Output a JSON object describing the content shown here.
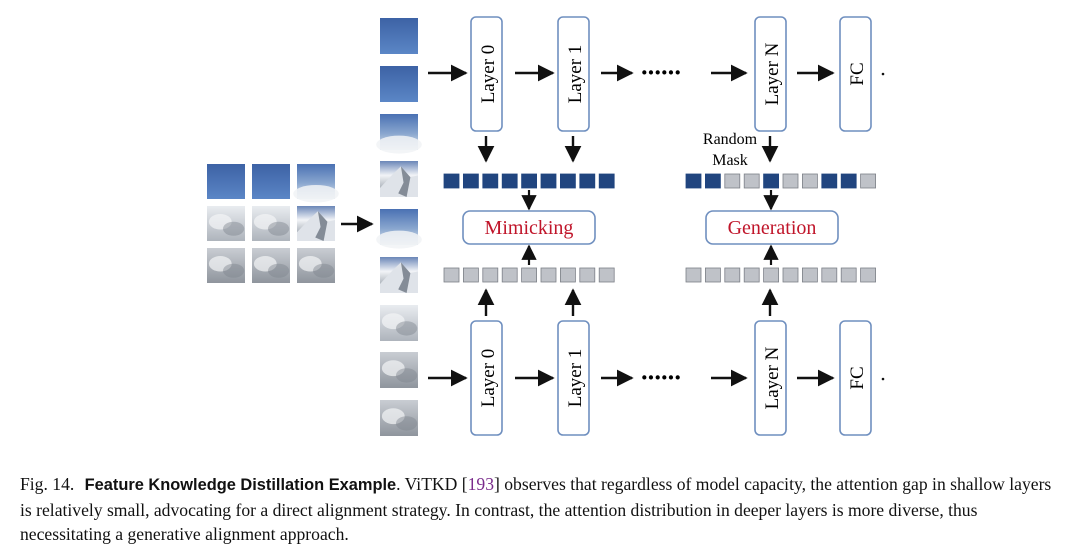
{
  "diagram": {
    "teacher": {
      "layers": [
        "Layer 0",
        "Layer 1",
        "Layer N"
      ],
      "fc": "FC",
      "dots": "······"
    },
    "student": {
      "layers": [
        "Layer 0",
        "Layer 1",
        "Layer N"
      ],
      "fc": "FC",
      "dots": "······"
    },
    "mimicking_label": "Mimicking",
    "generation_label": "Generation",
    "random_mask_label": [
      "Random",
      "Mask"
    ],
    "colors": {
      "teacher_token": "#21457f",
      "student_token": "#bfc2c8",
      "box_border": "#6f8fbf",
      "red_text": "#c0152a"
    }
  },
  "caption": {
    "fig_label": "Fig. 14.",
    "title": "Feature Knowledge Distillation Example",
    "text_before_cite": ". ViTKD [",
    "cite": "193",
    "text_after_cite": "] observes that regardless of model capacity, the attention gap in shallow layers is relatively small, advocating for a direct alignment strategy. In contrast, the attention distribution in deeper layers is more diverse, thus necessitating a generative alignment approach."
  }
}
